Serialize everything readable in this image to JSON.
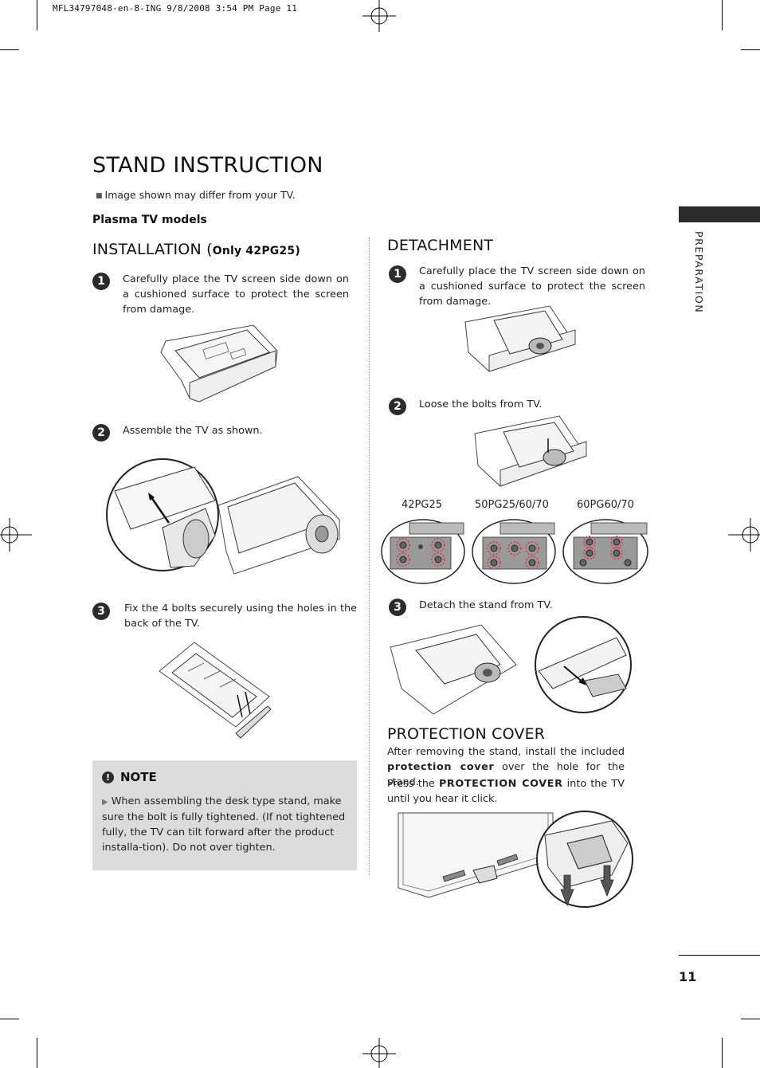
{
  "print_header": "MFL34797048-en-8-ING  9/8/2008 3:54 PM  Page 11",
  "title": "STAND INSTRUCTION",
  "image_note": "Image shown may differ from your TV.",
  "models_heading": "Plasma TV models",
  "side_label": "PREPARATION",
  "page_number": "11",
  "installation": {
    "heading": "INSTALLATION (",
    "heading_small": "Only 42PG25)",
    "steps": [
      {
        "num": "1",
        "text": "Carefully place the TV screen side down on a cushioned surface to protect the screen from damage."
      },
      {
        "num": "2",
        "text": "Assemble the TV as shown."
      },
      {
        "num": "3",
        "text": "Fix the 4 bolts securely using the holes in the back of the TV."
      }
    ]
  },
  "note": {
    "icon": "!",
    "title": "NOTE",
    "body": "When assembling the desk type stand, make sure the bolt is fully tightened. (If not tightened fully, the TV can tilt forward after the product installa-tion). Do not  over tighten."
  },
  "detachment": {
    "heading": "DETACHMENT",
    "steps": [
      {
        "num": "1",
        "text": "Carefully place the TV screen side down on a cushioned surface to protect the screen from damage."
      },
      {
        "num": "2",
        "text": "Loose the bolts from TV."
      },
      {
        "num": "3",
        "text": "Detach the stand from TV."
      }
    ],
    "models": [
      "42PG25",
      "50PG25/60/70",
      "60PG60/70"
    ]
  },
  "protection": {
    "heading": "PROTECTION COVER",
    "line1_pre": "After removing the stand, install the included ",
    "line1_kw": "protection cover",
    "line1_post": " over the hole for the stand.",
    "line2_pre": "Press the ",
    "line2_kw": "PROTECTION COVER",
    "line2_post": " into the TV until you hear it click."
  }
}
